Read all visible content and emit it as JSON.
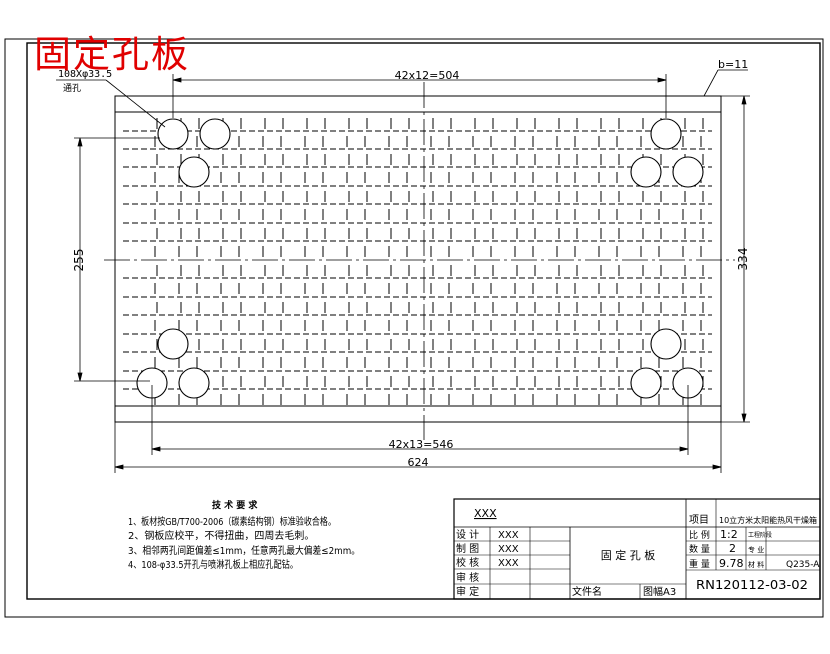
{
  "drawing": {
    "part_title": "固定孔板",
    "hole_callout": "108Xφ33.5",
    "hole_callout_note": "通孔",
    "thickness_label": "b=11",
    "dim_top": "42x12=504",
    "dim_bottom": "42x13=546",
    "dim_width": "624",
    "dim_left": "255",
    "dim_right": "334"
  },
  "tech_requirements": {
    "title": "技 术 要 求",
    "items": [
      "1、板材按GB/T700-2006（碳素结构钢）标准验收合格。",
      "2、钢板应校平，不得扭曲，四周去毛刺。",
      "3、相邻两孔间距偏差≤1mm，任意两孔最大偏差≤2mm。",
      "4、108-φ33.5开孔与喷淋孔板上相应孔配钻。"
    ]
  },
  "title_block": {
    "mark": "XXX",
    "roles": [
      "设 计",
      "制 图",
      "校 核",
      "审 核",
      "审 定"
    ],
    "names": [
      "XXX",
      "XXX",
      "XXX"
    ],
    "drawing_name": "固 定 孔 板",
    "file_name_label": "文件名",
    "sheet_label": "图幅A3",
    "project_label": "项目",
    "project_value": "10立方米太阳能热风干燥箱",
    "scale_label": "比 例",
    "scale_value": "1:2",
    "stage_label": "工程阶段",
    "quantity_label": "数 量",
    "quantity_value": "2",
    "major_label": "专 业",
    "weight_label": "重 量",
    "weight_value": "9.78",
    "material_label": "材 料",
    "material_value": "Q235-A",
    "drawing_number": "RN120112-03-02"
  }
}
